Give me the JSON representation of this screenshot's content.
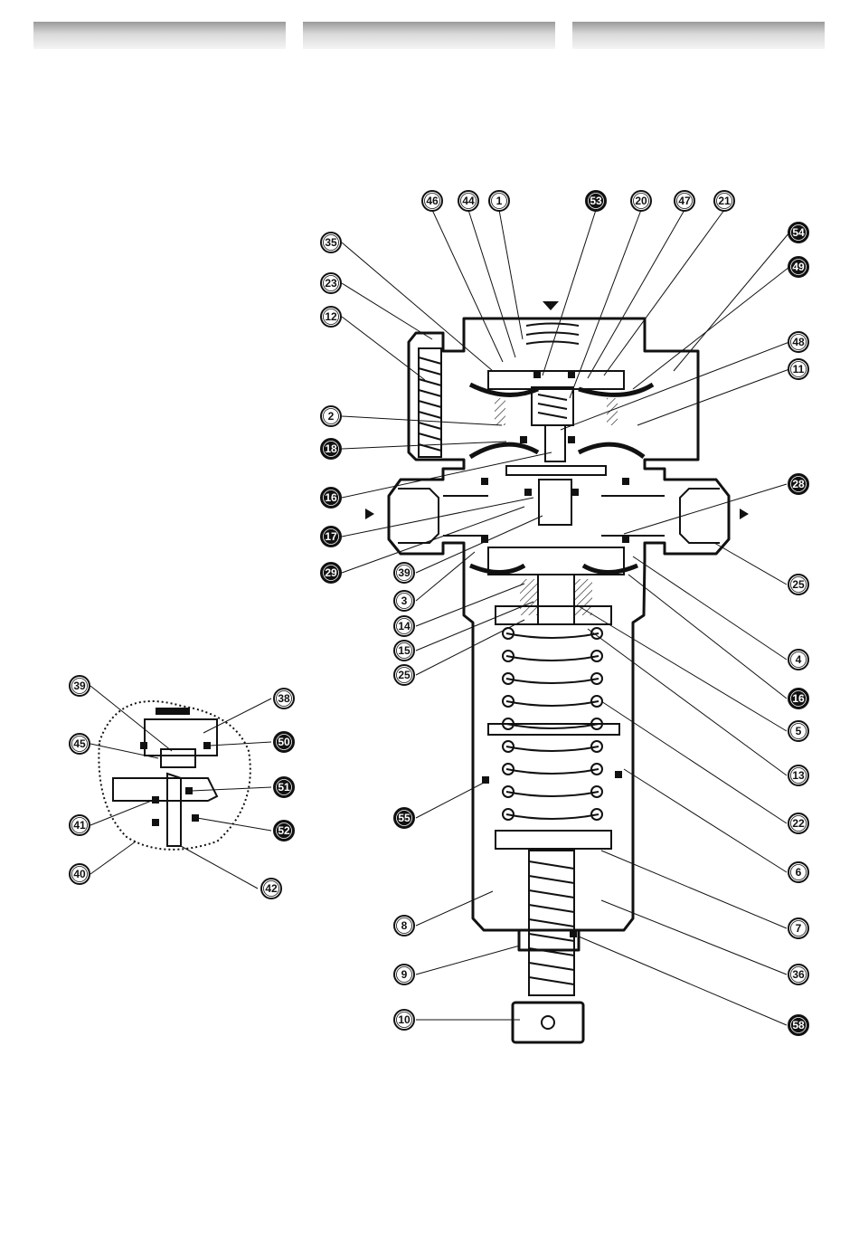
{
  "header_bars": [
    "",
    "",
    ""
  ],
  "main_callouts": [
    {
      "num": "46",
      "filled": false
    },
    {
      "num": "44",
      "filled": false
    },
    {
      "num": "1",
      "filled": false
    },
    {
      "num": "53",
      "filled": true
    },
    {
      "num": "20",
      "filled": false
    },
    {
      "num": "47",
      "filled": false
    },
    {
      "num": "21",
      "filled": false
    },
    {
      "num": "54",
      "filled": true
    },
    {
      "num": "49",
      "filled": true
    },
    {
      "num": "48",
      "filled": false
    },
    {
      "num": "11",
      "filled": false
    },
    {
      "num": "35",
      "filled": false
    },
    {
      "num": "23",
      "filled": false
    },
    {
      "num": "12",
      "filled": false
    },
    {
      "num": "2",
      "filled": false
    },
    {
      "num": "18",
      "filled": true
    },
    {
      "num": "16",
      "filled": true
    },
    {
      "num": "17",
      "filled": true
    },
    {
      "num": "29",
      "filled": true
    },
    {
      "num": "39",
      "filled": false
    },
    {
      "num": "3",
      "filled": false
    },
    {
      "num": "14",
      "filled": false
    },
    {
      "num": "15",
      "filled": false
    },
    {
      "num": "25",
      "filled": false
    },
    {
      "num": "28",
      "filled": true
    },
    {
      "num": "25",
      "filled": false
    },
    {
      "num": "4",
      "filled": false
    },
    {
      "num": "16",
      "filled": true
    },
    {
      "num": "5",
      "filled": false
    },
    {
      "num": "13",
      "filled": false
    },
    {
      "num": "22",
      "filled": false
    },
    {
      "num": "6",
      "filled": false
    },
    {
      "num": "7",
      "filled": false
    },
    {
      "num": "55",
      "filled": true
    },
    {
      "num": "8",
      "filled": false
    },
    {
      "num": "36",
      "filled": false
    },
    {
      "num": "9",
      "filled": false
    },
    {
      "num": "58",
      "filled": true
    },
    {
      "num": "10",
      "filled": false
    }
  ],
  "detail_callouts": [
    {
      "num": "39",
      "filled": false
    },
    {
      "num": "38",
      "filled": false
    },
    {
      "num": "45",
      "filled": false
    },
    {
      "num": "50",
      "filled": true
    },
    {
      "num": "51",
      "filled": true
    },
    {
      "num": "41",
      "filled": false
    },
    {
      "num": "52",
      "filled": true
    },
    {
      "num": "40",
      "filled": false
    },
    {
      "num": "42",
      "filled": false
    }
  ],
  "colors": {
    "ink": "#111111",
    "paper": "#ffffff",
    "bar_dark": "#9a9a9a",
    "bar_light": "#f4f4f4"
  }
}
